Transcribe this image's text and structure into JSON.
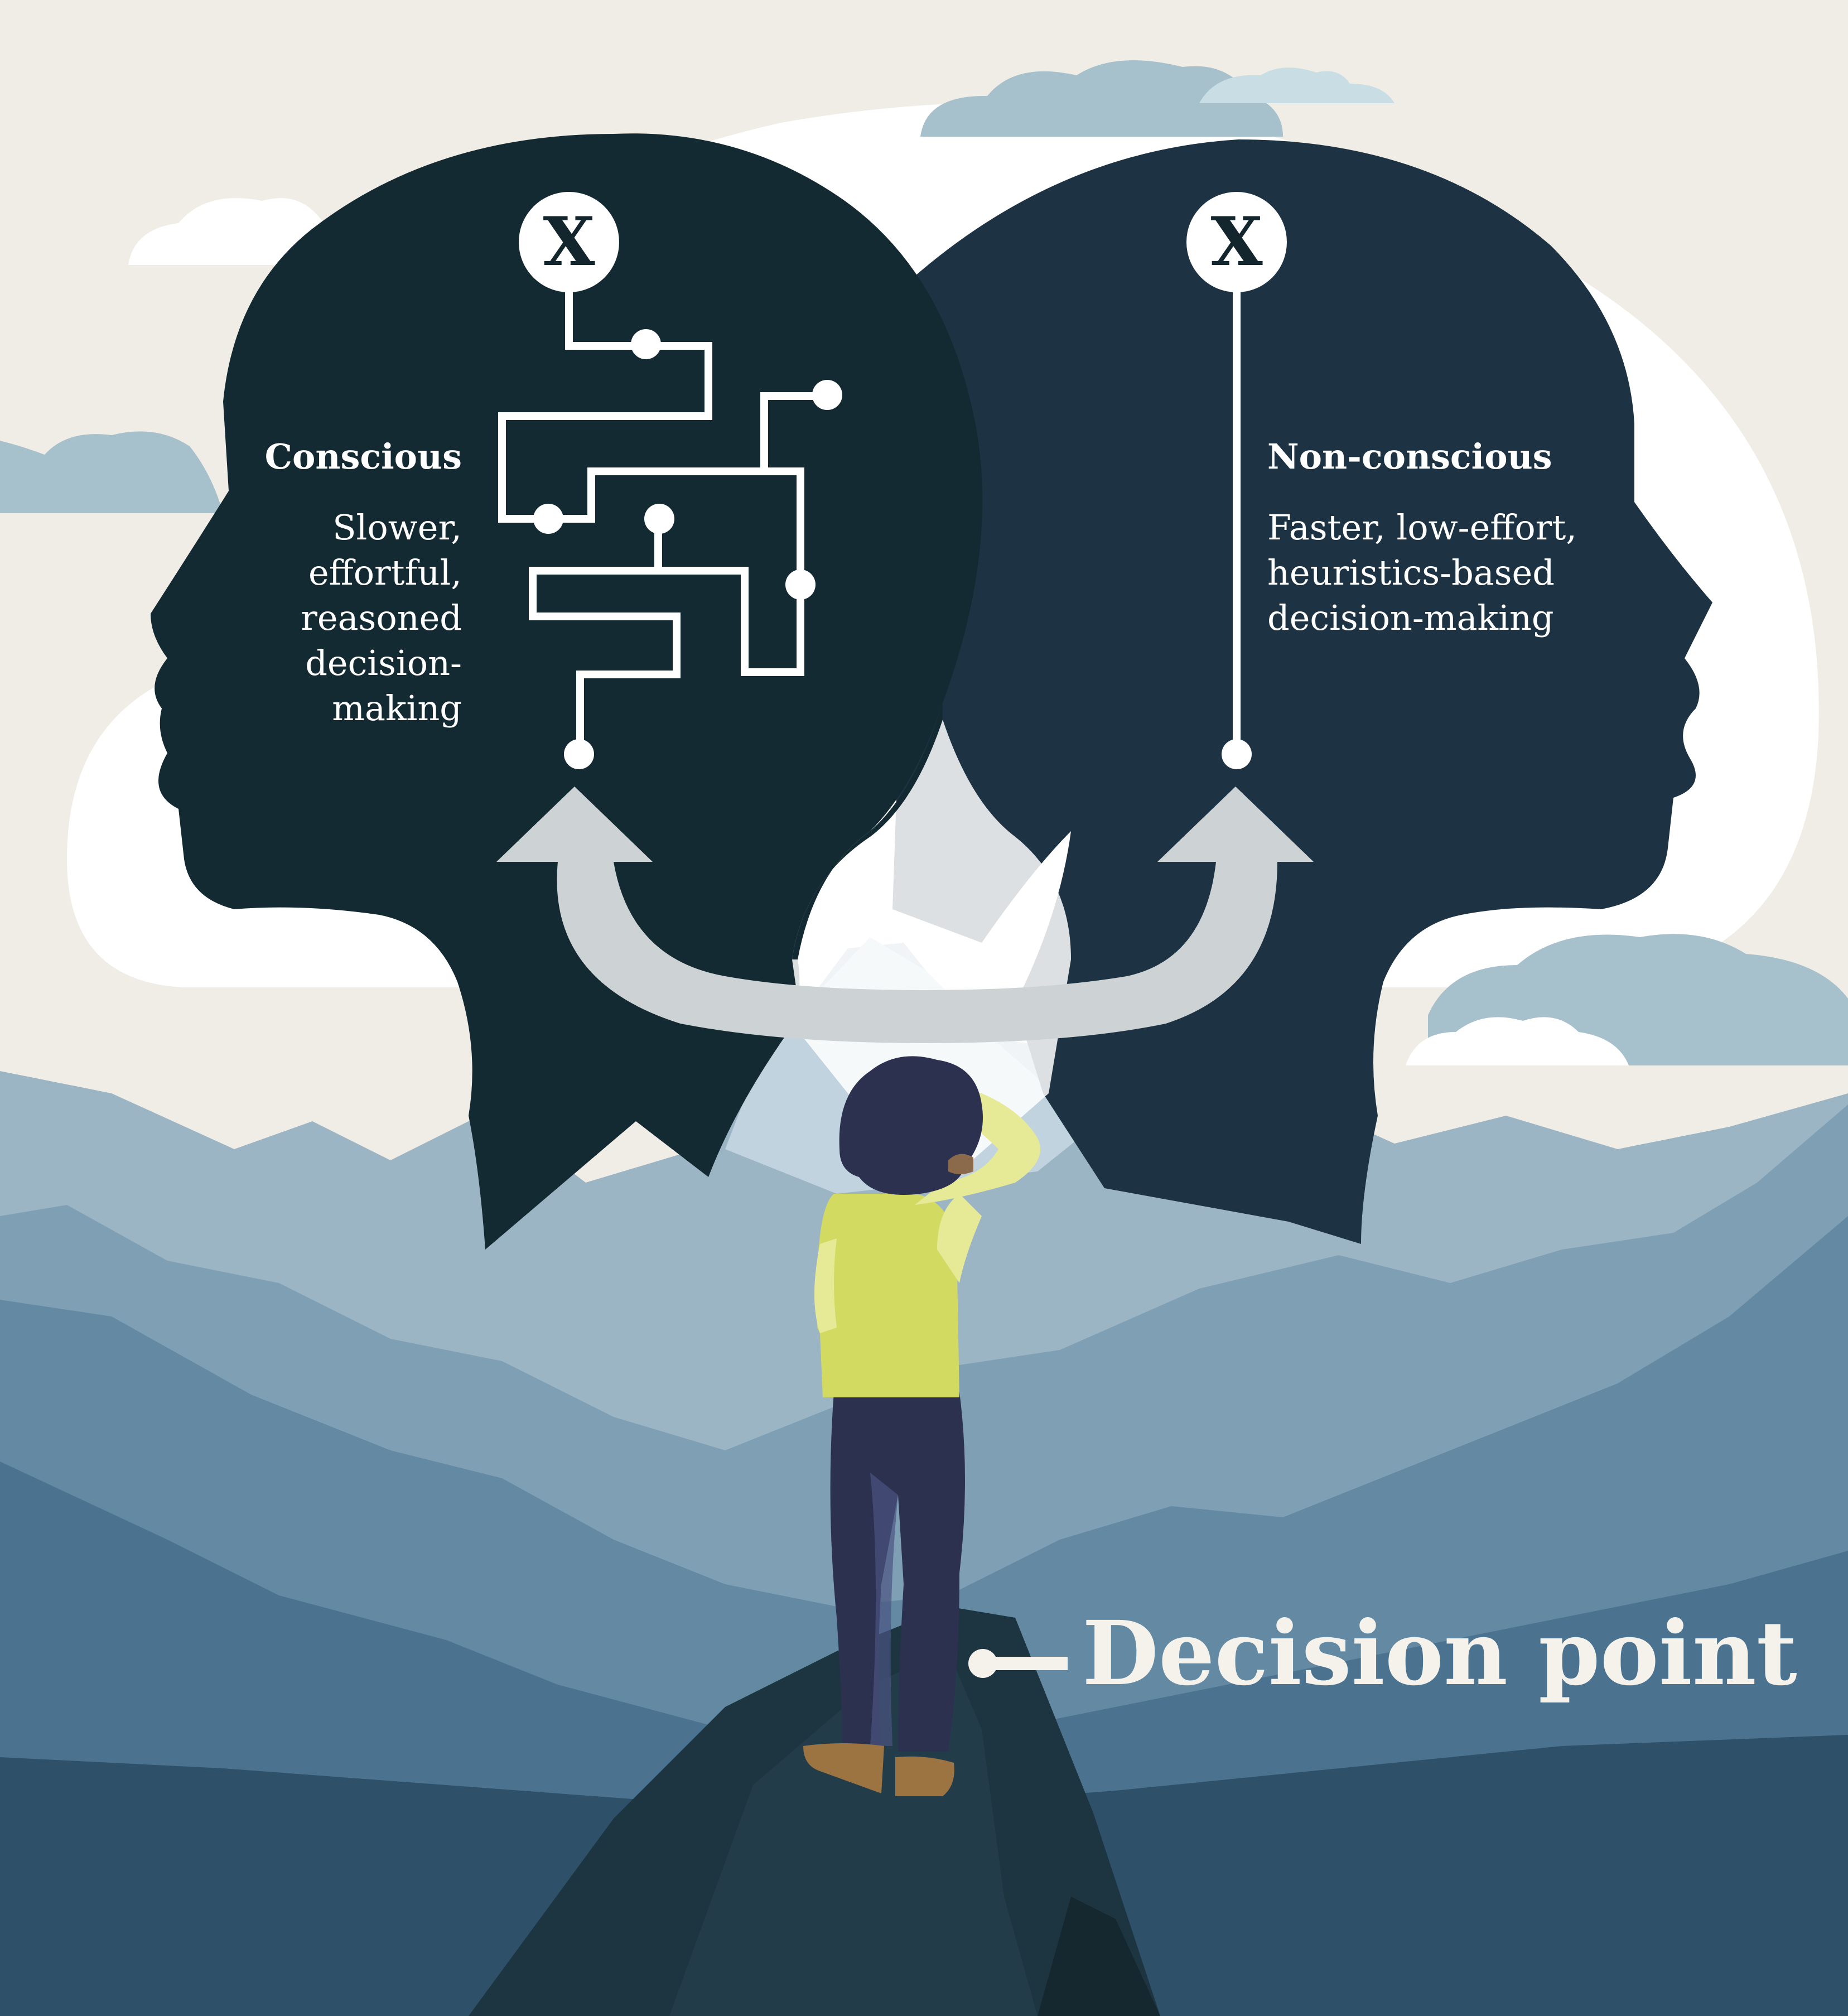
{
  "nodes": {
    "left_symbol": "X",
    "right_symbol": "X"
  },
  "left": {
    "heading": "Conscious",
    "description_lines": [
      "Slower,",
      "effortful,",
      "reasoned",
      "decision-",
      "making"
    ]
  },
  "right": {
    "heading": "Non-conscious",
    "description_lines": [
      "Faster, low-effort,",
      "heuristics-based",
      "decision-making"
    ]
  },
  "decision_point": "Decision point",
  "colors": {
    "background": "#f0ede6",
    "head_left": "#142a32",
    "head_right": "#1d3343",
    "arrow": "#cdd3d5",
    "shirt": "#d3da62",
    "trousers": "#2d3150",
    "mountain_near": "#1d3540",
    "cloud": "#a6c0cc"
  }
}
